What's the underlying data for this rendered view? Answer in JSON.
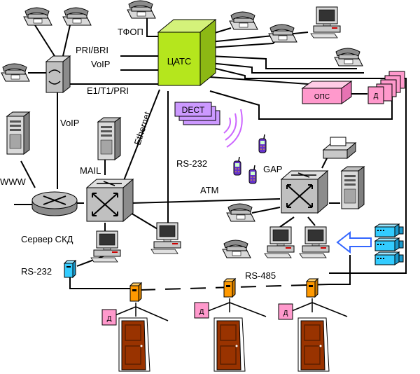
{
  "pbx": {
    "label": "ЦАТС"
  },
  "dect": {
    "label": "DECT"
  },
  "ops": {
    "label": "ОПС"
  },
  "gap": {
    "label": "GAP"
  },
  "links": {
    "pstn": "ТФОП",
    "pri_bri": "PRI/BRI",
    "voip_top": "VoIP",
    "e1": "E1/T1/PRI",
    "voip_left": "VoIP",
    "ethernet": "Ethernet",
    "rs232_top": "RS-232",
    "atm": "ATM",
    "mail": "MAIL",
    "www": "WWW",
    "server_skd": "Сервер  СКД",
    "rs232_bottom": "RS-232",
    "rs485": "RS-485"
  },
  "sensor_label": "Д",
  "colors": {
    "pbx_green": "#b5e61d",
    "dect_purple": "#cc99ff",
    "ops_pink": "#ff99cc",
    "door_brown": "#993300",
    "controller_orange": "#ff9900",
    "converter_cyan": "#33ccff",
    "camera_cyan": "#33ccff",
    "switch_gray": "#c0c0c0"
  }
}
